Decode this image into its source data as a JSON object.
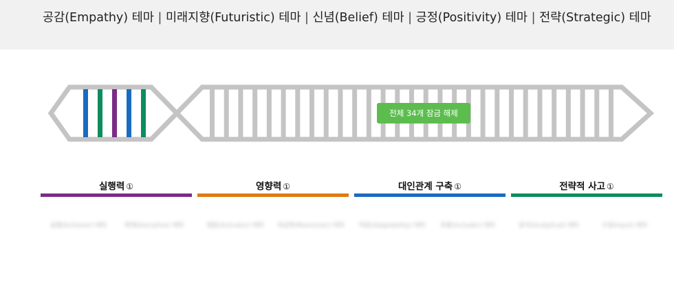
{
  "header": {
    "themes": [
      {
        "name": "공감(Empathy) 테마"
      },
      {
        "name": "미래지향(Futuristic) 테마"
      },
      {
        "name": "신념(Belief) 테마"
      },
      {
        "name": "긍정(Positivity) 테마"
      },
      {
        "name": "전략(Strategic) 테마"
      }
    ],
    "separator": "|"
  },
  "dna": {
    "unlocked_colors": [
      "#1a6bc0",
      "#0d8d5d",
      "#7b2c87",
      "#1a6bc0",
      "#0d8d5d"
    ],
    "locked_count": 29,
    "locked_color": "#c4c4c4",
    "unlock_button_label": "전체 34개 잠금 해제"
  },
  "domains": [
    {
      "title": "실행력",
      "info_icon": "①",
      "color": "#7b2c87",
      "items": [
        "실행(Achiever) 테마",
        "체계(Discipline) 테마"
      ]
    },
    {
      "title": "영향력",
      "info_icon": "①",
      "color": "#e07b12",
      "items": [
        "행동(Activator) 테마",
        "최상화(Maximizer) 테마"
      ]
    },
    {
      "title": "대인관계 구축",
      "info_icon": "①",
      "color": "#1a6bc0",
      "items": [
        "적응(Adaptability) 테마",
        "포용(Includer) 테마"
      ]
    },
    {
      "title": "전략적 사고",
      "info_icon": "①",
      "color": "#0d8d5d",
      "items": [
        "분석(Analytical) 테마",
        "수집(Input) 테마"
      ]
    }
  ]
}
